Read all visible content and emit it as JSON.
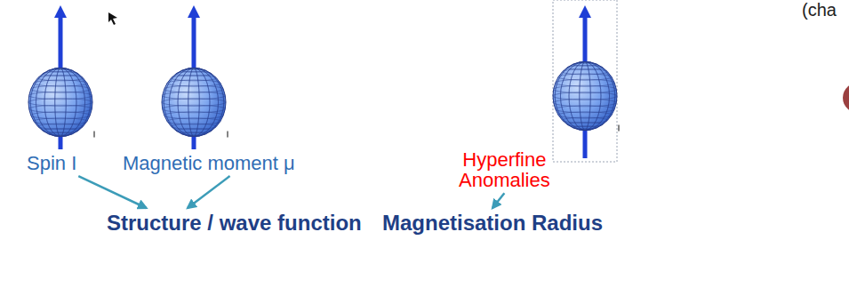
{
  "diagram": {
    "nodes": [
      {
        "text": [
          "Spin I"
        ]
      },
      {
        "text": [
          "Magnetic moment μ"
        ]
      },
      {
        "text": [
          "Hyperfine Anomalies"
        ]
      },
      {
        "text": [
          "Structure / wave function"
        ]
      },
      {
        "text": [
          "Magnetisation Radius"
        ]
      }
    ],
    "edges": [
      {
        "from": 0,
        "to": 3,
        "arrow": "to"
      },
      {
        "from": 1,
        "to": 3,
        "arrow": "to"
      },
      {
        "from": 2,
        "to": 4,
        "arrow": "to"
      }
    ],
    "labels": [
      "(cha"
    ]
  }
}
